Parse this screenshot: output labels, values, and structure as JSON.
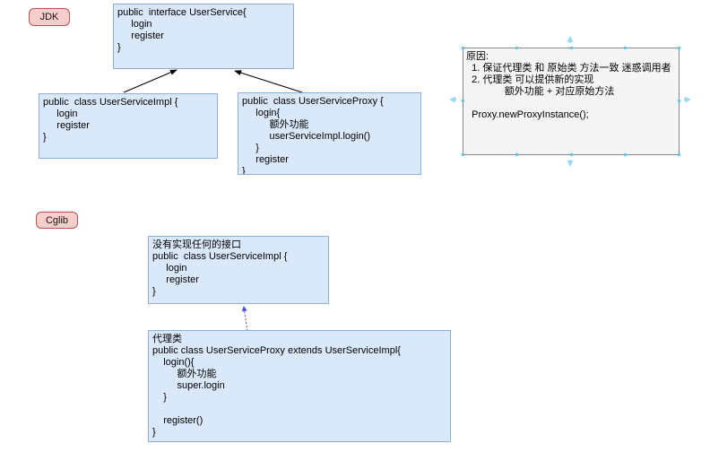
{
  "diagram": {
    "jdk_label": "JDK",
    "cglib_label": "Cglib",
    "interface_box": "public  interface UserService{\n     login\n     register\n}",
    "impl_box": "public  class UserServiceImpl {\n     login\n     register\n}",
    "proxy_box": "public  class UserServiceProxy {\n     login{\n          额外功能\n          userServiceImpl.login()\n     }\n     register\n}",
    "note_box": "原因:\n  1. 保证代理类 和 原始类 方法一致 迷惑调用者\n  2. 代理类 可以提供新的实现\n              额外功能 + 对应原始方法\n\n  Proxy.newProxyInstance();",
    "cglib_impl_box": "没有实现任何的接口\npublic  class UserServiceImpl {\n     login\n     register\n}",
    "cglib_proxy_box": "代理类\npublic class UserServiceProxy extends UserServiceImpl{\n    login(){\n         额外功能\n         super.login\n    }\n\n    register()\n}"
  },
  "colors": {
    "box_fill": "#dae8fc",
    "box_border": "#8fafd6",
    "label_fill": "#f8cecc",
    "label_border": "#b85450",
    "note_fill": "#f5f5f5",
    "note_border": "#8a8a8a",
    "connector_black": "#000000",
    "extends_arrow_blue": "#4a50e0",
    "hover_handle_cyan": "#5fc8f0"
  }
}
